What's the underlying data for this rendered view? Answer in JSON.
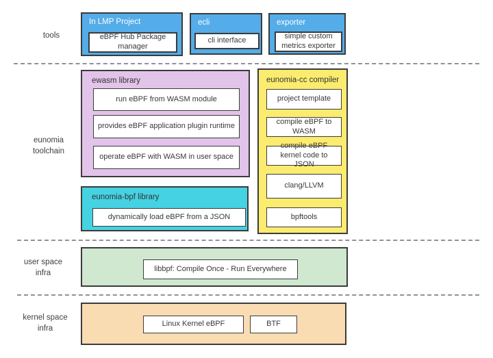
{
  "colors": {
    "blue": "#54ace8",
    "purple": "#e2c3ea",
    "yellow": "#fbec6f",
    "cyan": "#45d2e2",
    "green": "#d0e8d0",
    "orange": "#fadcb3",
    "border": "#3b3b3b",
    "dashed_separator": "#919191"
  },
  "row_labels": {
    "tools": "tools",
    "eunomia": "eunomia\ntoolchain",
    "user_space": "user space\ninfra",
    "kernel_space": "kernel space\ninfra"
  },
  "tools": {
    "lmp": {
      "title": "In LMP Project",
      "item": "eBPF Hub Package manager"
    },
    "ecli": {
      "title": "ecli",
      "item": "cli interface"
    },
    "exporter": {
      "title": "exporter",
      "item": "simple custom metrics exporter"
    }
  },
  "eunomia": {
    "ewasm": {
      "title": "ewasm library",
      "items": [
        "run eBPF from WASM module",
        "provides eBPF application plugin runtime",
        "operate eBPF with WASM in user space"
      ]
    },
    "cc": {
      "title": "eunomia-cc compiler",
      "items": [
        "project template",
        "compile eBPF to WASM",
        "compile eBPF kernel code to JSON",
        "clang/LLVM",
        "bpftools"
      ]
    },
    "bpf": {
      "title": "eunomia-bpf library",
      "item": "dynamically load eBPF from a JSON"
    }
  },
  "user_space": {
    "item": "libbpf: Compile Once - Run Everywhere"
  },
  "kernel_space": {
    "items": [
      "Linux Kernel eBPF",
      "BTF"
    ]
  }
}
